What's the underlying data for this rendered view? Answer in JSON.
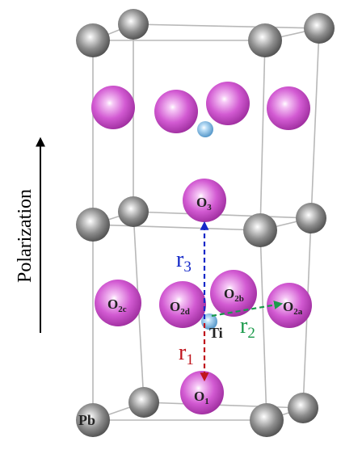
{
  "polarization_label": "Polarization",
  "atom_labels": {
    "O3": {
      "base": "O",
      "sub": "3"
    },
    "O1": {
      "base": "O",
      "sub": "1"
    },
    "O2a": {
      "base": "O",
      "sub": "2a"
    },
    "O2b": {
      "base": "O",
      "sub": "2b"
    },
    "O2c": {
      "base": "O",
      "sub": "2c"
    },
    "O2d": {
      "base": "O",
      "sub": "2d"
    },
    "Ti": "Ti",
    "Pb": "Pb"
  },
  "vectors": {
    "r1": {
      "base": "r",
      "sub": "1",
      "color": "#c0141c"
    },
    "r2": {
      "base": "r",
      "sub": "2",
      "color": "#1a9a4a"
    },
    "r3": {
      "base": "r",
      "sub": "3",
      "color": "#1428c8"
    }
  },
  "colors": {
    "pb": "#8a8a8a",
    "oxygen": "#d85ad8",
    "ti": "#6fb3e6",
    "cell_lines": "#b8b8b8"
  },
  "icons": {
    "polarization_arrow": "arrow-up-icon"
  }
}
